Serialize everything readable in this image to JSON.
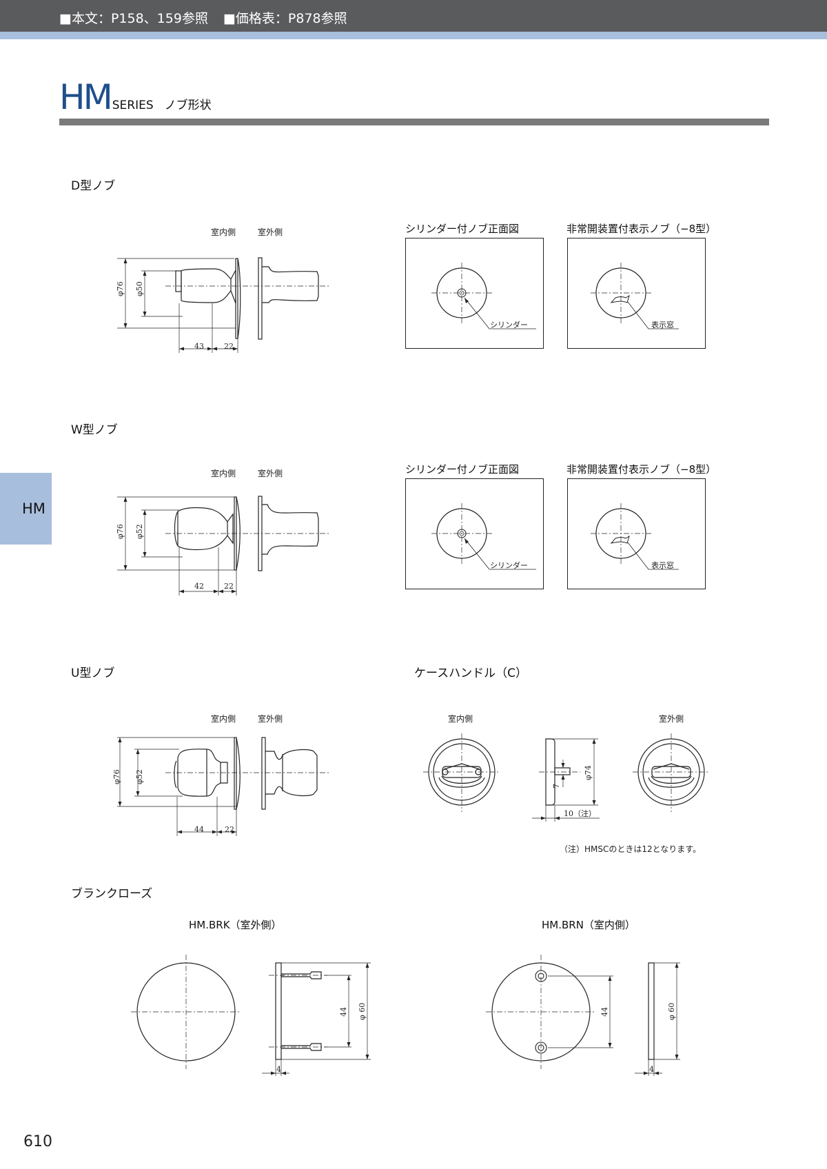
{
  "header": {
    "ref_text": "■本文：P158、159参照",
    "price_text": "■価格表：P878参照"
  },
  "title": {
    "series_code": "HM",
    "series_word": "SERIES",
    "subtitle": "ノブ形状"
  },
  "side_tab": "HM",
  "sections": {
    "d": {
      "heading": "D型ノブ",
      "indoor": "室内側",
      "outdoor": "室外側",
      "dims": {
        "outer_dia": "φ76",
        "inner_dia": "φ50",
        "length": "43",
        "rose": "22"
      },
      "front_title": "シリンダー付ノブ正面図",
      "front_callout": "シリンダー",
      "emergency_title": "非常開装置付表示ノブ（−8型）",
      "emergency_callout": "表示窓"
    },
    "w": {
      "heading": "W型ノブ",
      "indoor": "室内側",
      "outdoor": "室外側",
      "dims": {
        "outer_dia": "φ76",
        "inner_dia": "φ52",
        "length": "42",
        "rose": "22"
      },
      "front_title": "シリンダー付ノブ正面図",
      "front_callout": "シリンダー",
      "emergency_title": "非常開装置付表示ノブ（−8型）",
      "emergency_callout": "表示窓"
    },
    "u": {
      "heading": "U型ノブ",
      "indoor": "室内側",
      "outdoor": "室外側",
      "dims": {
        "outer_dia": "φ76",
        "inner_dia": "φ52",
        "length": "44",
        "rose": "22"
      }
    },
    "case_handle": {
      "heading": "ケースハンドル（C）",
      "indoor": "室内側",
      "outdoor": "室外側",
      "dims": {
        "dia": "φ74",
        "pin": "7",
        "depth": "10（注）"
      },
      "note": "（注）HMSCのときは12となります。"
    },
    "blank_rose": {
      "heading": "ブランクローズ",
      "brk_label": "HM.BRK（室外側）",
      "brn_label": "HM.BRN（室内側）",
      "dims": {
        "pitch": "44",
        "dia": "φ 60",
        "thick": "4"
      }
    }
  },
  "page_number": "610"
}
